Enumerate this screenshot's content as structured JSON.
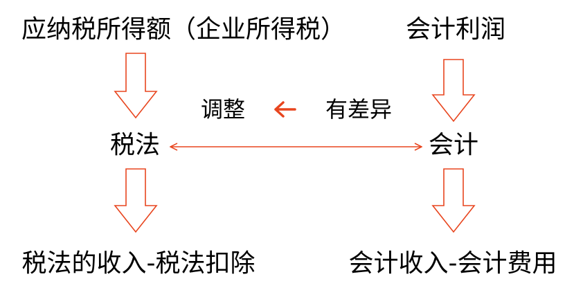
{
  "labels": {
    "taxable_income": "应纳税所得额（企业所得税）",
    "accounting_profit": "会计利润",
    "adjust": "调整",
    "difference": "有差异",
    "tax_law": "税法",
    "accounting": "会计",
    "tax_formula": "税法的收入-税法扣除",
    "accounting_formula": "会计收入-会计费用"
  },
  "colors": {
    "accent": "#e8451e",
    "text": "#000000"
  }
}
